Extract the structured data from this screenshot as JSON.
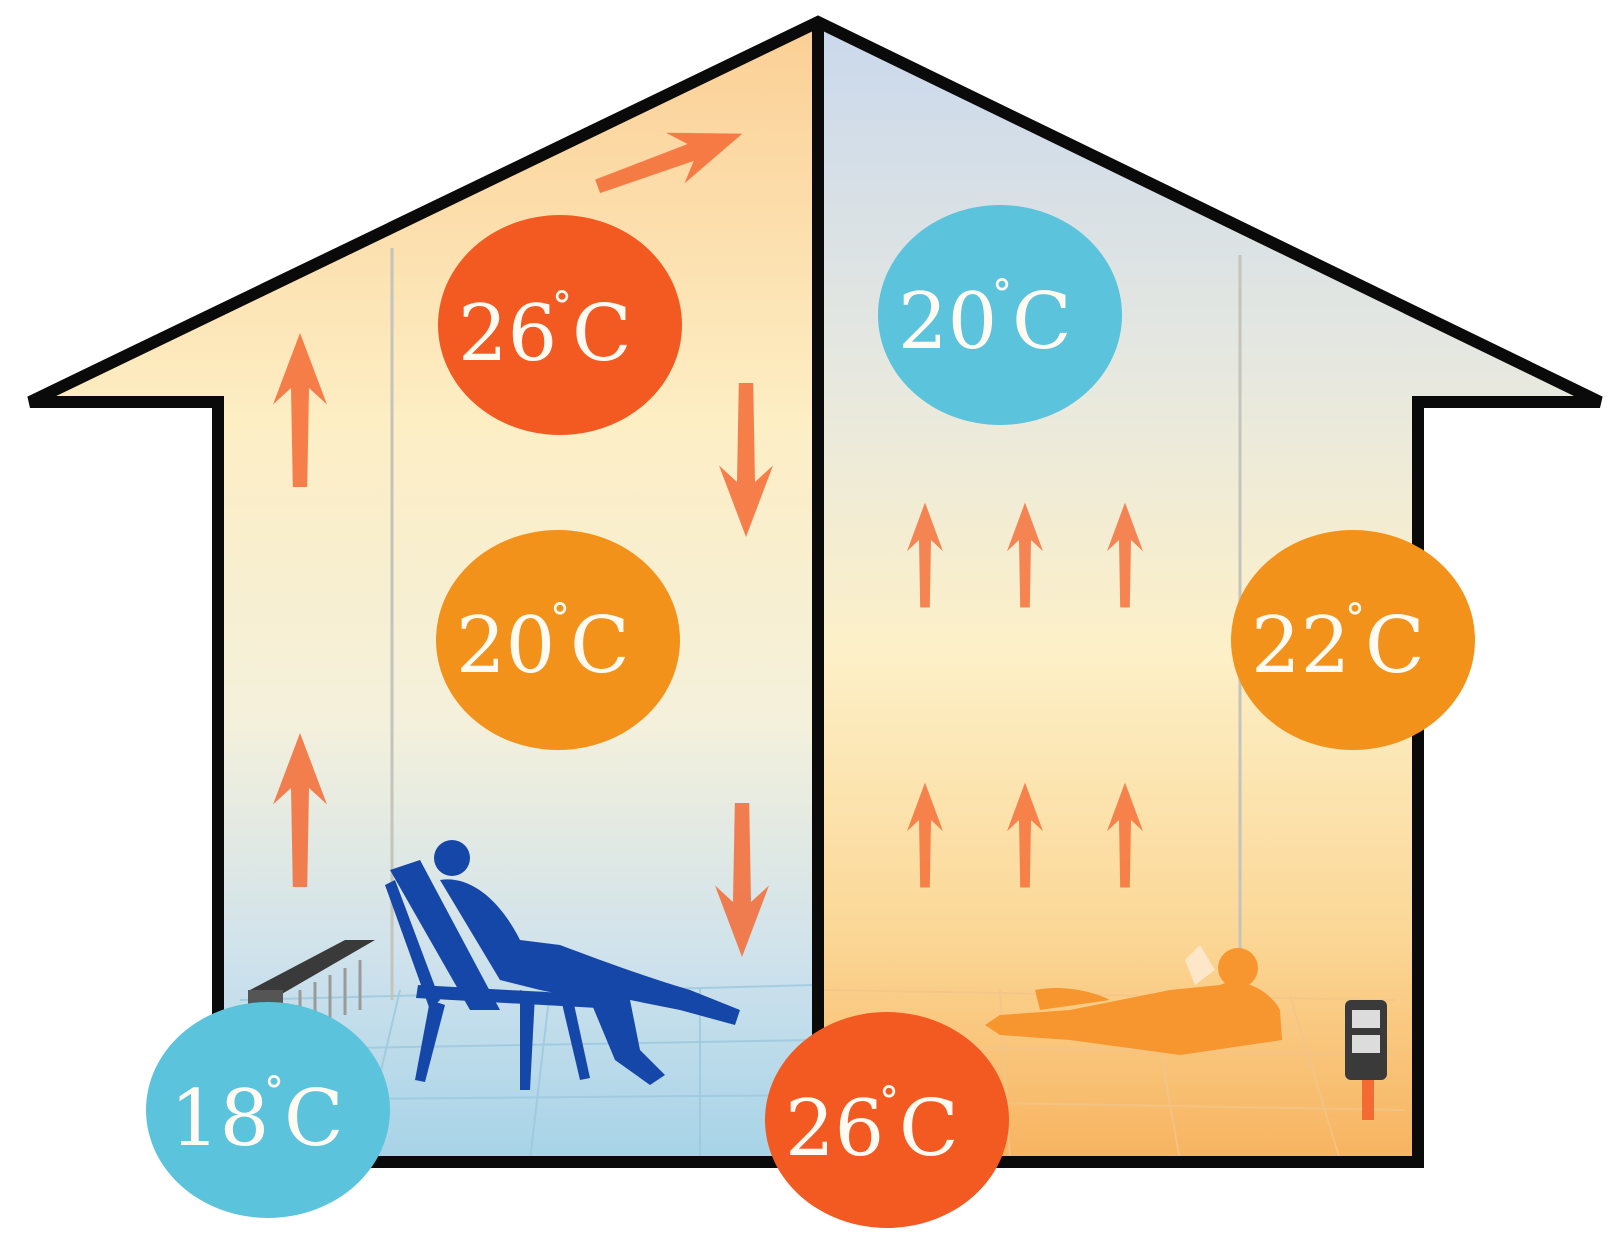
{
  "labels": {
    "left_attic": {
      "value": "26",
      "unit": "C",
      "color": "#f35a22"
    },
    "left_middle": {
      "value": "20",
      "unit": "C",
      "color": "#f2921a"
    },
    "left_floor": {
      "value": "18",
      "unit": "C",
      "color": "#5cc3dc"
    },
    "right_attic": {
      "value": "20",
      "unit": "C",
      "color": "#5cc3dc"
    },
    "right_side": {
      "value": "22",
      "unit": "C",
      "color": "#f2921a"
    },
    "right_floor": {
      "value": "26",
      "unit": "C",
      "color": "#f35a22"
    }
  },
  "colors": {
    "outline": "#0a0a0a",
    "arrow": "#f46a33",
    "warm_top": "#fbd39c",
    "warm_mid": "#fdf0c8",
    "cool_floor": "#a9d6ea",
    "cool_top": "#c8d9ec",
    "warm_floor": "#f9bb69",
    "person_blue": "#1547a8",
    "person_orange": "#f7952f"
  }
}
